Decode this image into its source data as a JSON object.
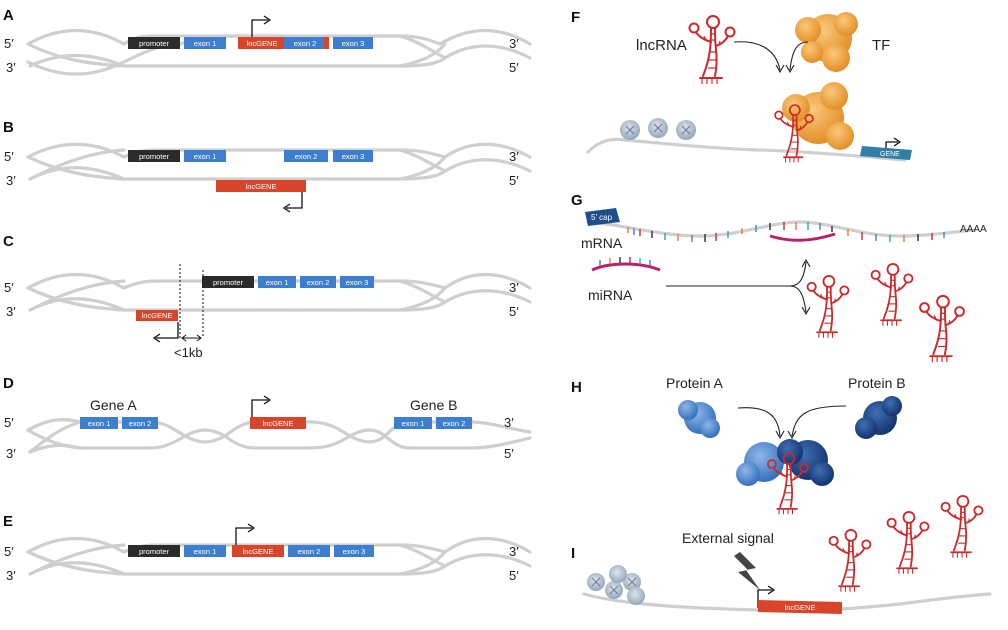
{
  "colors": {
    "strand": "#cfcfcf",
    "exon": "#3d7fce",
    "promoter": "#2b2b2b",
    "lncgene": "#d8452b",
    "rna": "#cc2a2a",
    "tf": "#f0a040",
    "protein_a": "#4f86cf",
    "protein_b": "#1f4f94",
    "gene_teal": "#2f7fa6",
    "cap": "#1f4f8a"
  },
  "panels": {
    "A": "A",
    "B": "B",
    "C": "C",
    "D": "D",
    "E": "E",
    "F": "F",
    "G": "G",
    "H": "H",
    "I": "I"
  },
  "ends": {
    "five": "5′",
    "three": "3′"
  },
  "boxes": {
    "promoter": "promoter",
    "exon1": "exon 1",
    "exon2": "exon 2",
    "exon3": "exon 3",
    "lncgene": "lncGENE"
  },
  "panel_c": {
    "distance": "<1kb"
  },
  "panel_d": {
    "gene_a": "Gene A",
    "gene_b": "Gene B"
  },
  "panel_f": {
    "lncrna": "lncRNA",
    "tf": "TF",
    "gene": "GENE"
  },
  "panel_g": {
    "cap": "5′ cap",
    "mrna": "mRNA",
    "mirna": "miRNA",
    "polya": "AAAA"
  },
  "panel_h": {
    "protein_a": "Protein A",
    "protein_b": "Protein B"
  },
  "panel_i": {
    "signal": "External signal",
    "lncgene": "lncGENE"
  }
}
